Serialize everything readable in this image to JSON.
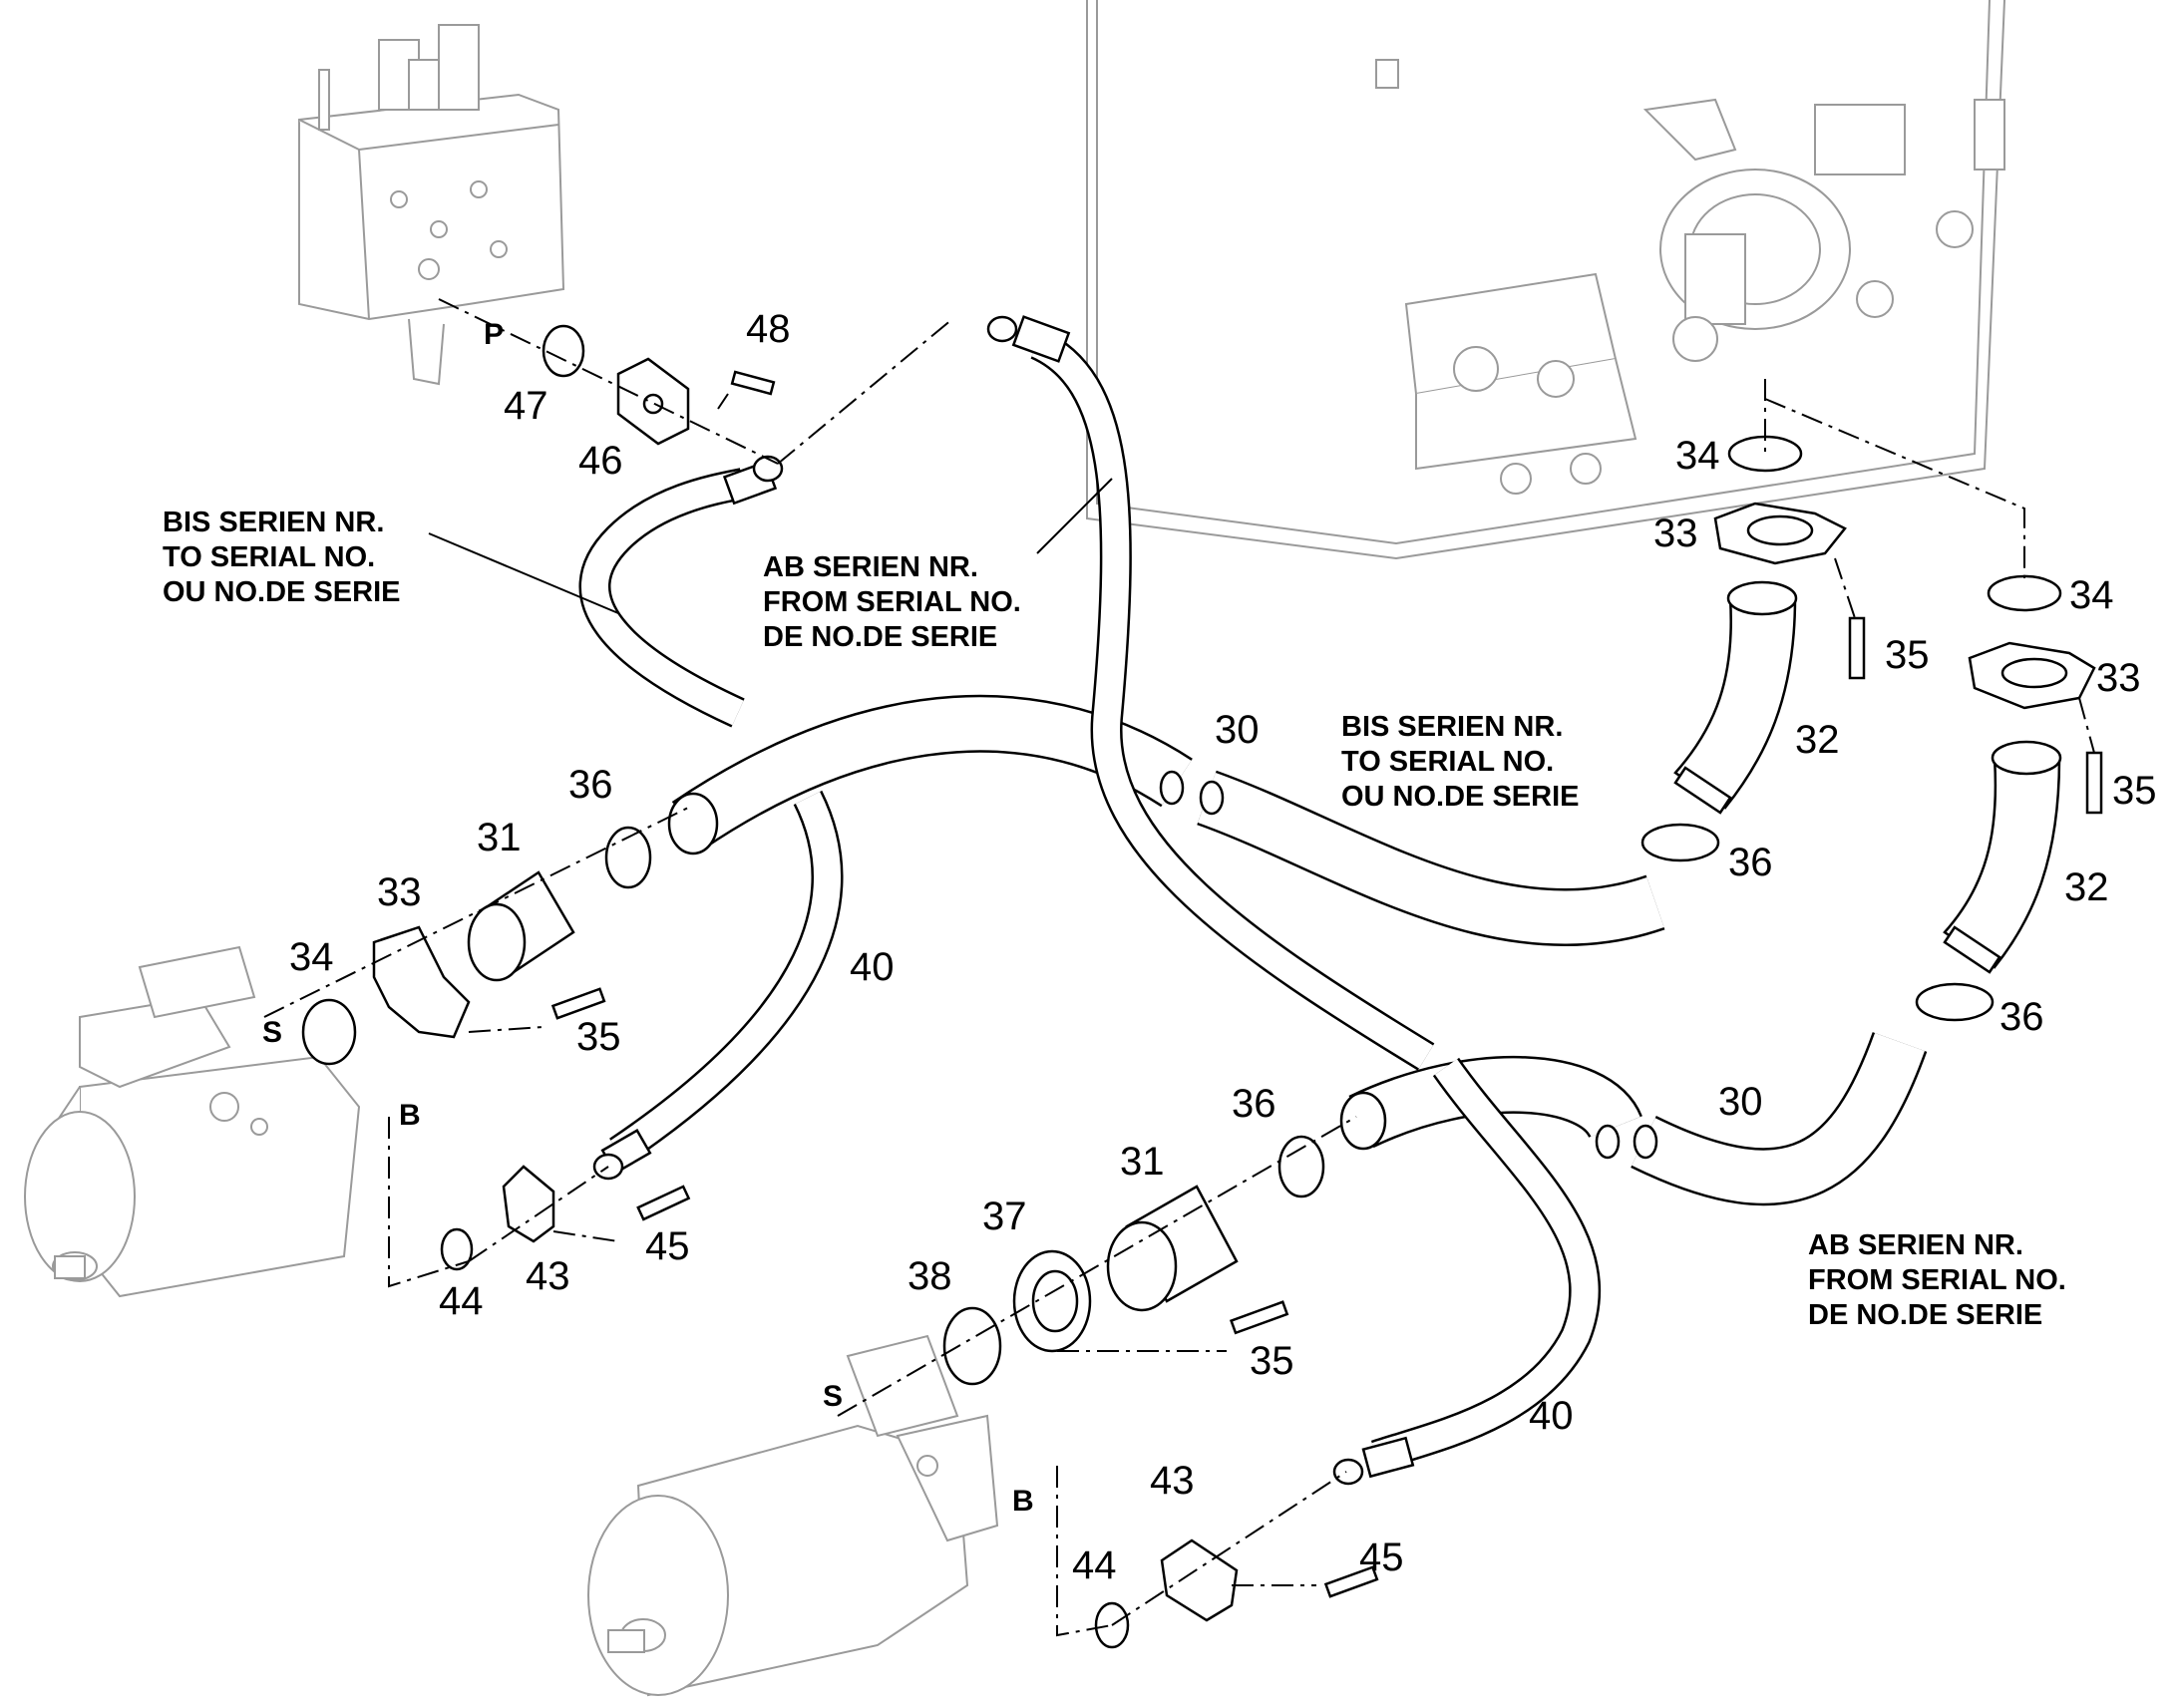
{
  "ports": {
    "p": "P",
    "s_upper": "S",
    "b_upper": "B",
    "s_lower": "S",
    "b_lower": "B"
  },
  "callouts": {
    "c48": "48",
    "c47": "47",
    "c46": "46",
    "c36a": "36",
    "c31a": "31",
    "c33a": "33",
    "c34a": "34",
    "c35a": "35",
    "c40a": "40",
    "c43a": "43",
    "c44a": "44",
    "c45a": "45",
    "c30a": "30",
    "c34b": "34",
    "c33b": "33",
    "c35b": "35",
    "c32a": "32",
    "c36b": "36",
    "c34c": "34",
    "c33c": "33",
    "c35c": "35",
    "c32b": "32",
    "c36c": "36",
    "c30b": "30",
    "c36d": "36",
    "c31b": "31",
    "c37": "37",
    "c38": "38",
    "c35d": "35",
    "c40b": "40",
    "c43b": "43",
    "c44b": "44",
    "c45b": "45"
  },
  "notes": {
    "to_serial_left": [
      "BIS SERIEN NR.",
      "TO SERIAL NO.",
      "OU NO.DE SERIE"
    ],
    "from_serial_upper": [
      "AB SERIEN NR.",
      "FROM SERIAL NO.",
      "DE NO.DE SERIE"
    ],
    "to_serial_right": [
      "BIS SERIEN NR.",
      "TO SERIAL NO.",
      "OU NO.DE SERIE"
    ],
    "from_serial_lower": [
      "AB SERIEN NR.",
      "FROM SERIAL NO.",
      "DE NO.DE SERIE"
    ]
  }
}
